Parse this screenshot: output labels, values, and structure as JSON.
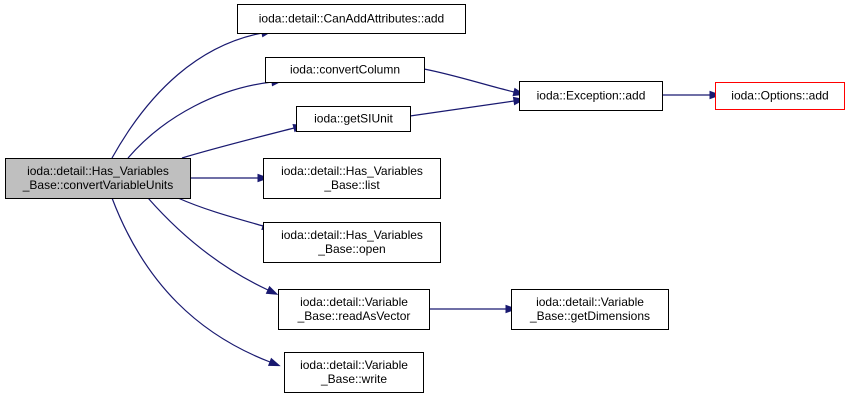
{
  "colors": {
    "edge": "#191970",
    "node_border": "#000000",
    "node_fill": "#ffffff",
    "root_fill": "#bfbfbf",
    "external_border": "#ff0000"
  },
  "nodes": [
    {
      "id": "root",
      "lines": [
        "ioda::detail::Has_Variables",
        "_Base::convertVariableUnits"
      ],
      "kind": "root"
    },
    {
      "id": "canaddattr",
      "lines": [
        "ioda::detail::CanAddAttributes::add"
      ],
      "kind": "normal"
    },
    {
      "id": "convertcolumn",
      "lines": [
        "ioda::convertColumn"
      ],
      "kind": "normal"
    },
    {
      "id": "getsiunit",
      "lines": [
        "ioda::getSIUnit"
      ],
      "kind": "normal"
    },
    {
      "id": "list",
      "lines": [
        "ioda::detail::Has_Variables",
        "_Base::list"
      ],
      "kind": "normal"
    },
    {
      "id": "open",
      "lines": [
        "ioda::detail::Has_Variables",
        "_Base::open"
      ],
      "kind": "normal"
    },
    {
      "id": "readasvector",
      "lines": [
        "ioda::detail::Variable",
        "_Base::readAsVector"
      ],
      "kind": "normal"
    },
    {
      "id": "write",
      "lines": [
        "ioda::detail::Variable",
        "_Base::write"
      ],
      "kind": "normal"
    },
    {
      "id": "exceptionadd",
      "lines": [
        "ioda::Exception::add"
      ],
      "kind": "normal"
    },
    {
      "id": "getdimensions",
      "lines": [
        "ioda::detail::Variable",
        "_Base::getDimensions"
      ],
      "kind": "normal"
    },
    {
      "id": "optionsadd",
      "lines": [
        "ioda::Options::add"
      ],
      "kind": "external"
    }
  ],
  "edges": [
    {
      "from": "root",
      "to": "canaddattr"
    },
    {
      "from": "root",
      "to": "convertcolumn"
    },
    {
      "from": "root",
      "to": "getsiunit"
    },
    {
      "from": "root",
      "to": "list"
    },
    {
      "from": "root",
      "to": "open"
    },
    {
      "from": "root",
      "to": "readasvector"
    },
    {
      "from": "root",
      "to": "write"
    },
    {
      "from": "convertcolumn",
      "to": "exceptionadd"
    },
    {
      "from": "getsiunit",
      "to": "exceptionadd"
    },
    {
      "from": "exceptionadd",
      "to": "optionsadd"
    },
    {
      "from": "readasvector",
      "to": "getdimensions"
    }
  ]
}
